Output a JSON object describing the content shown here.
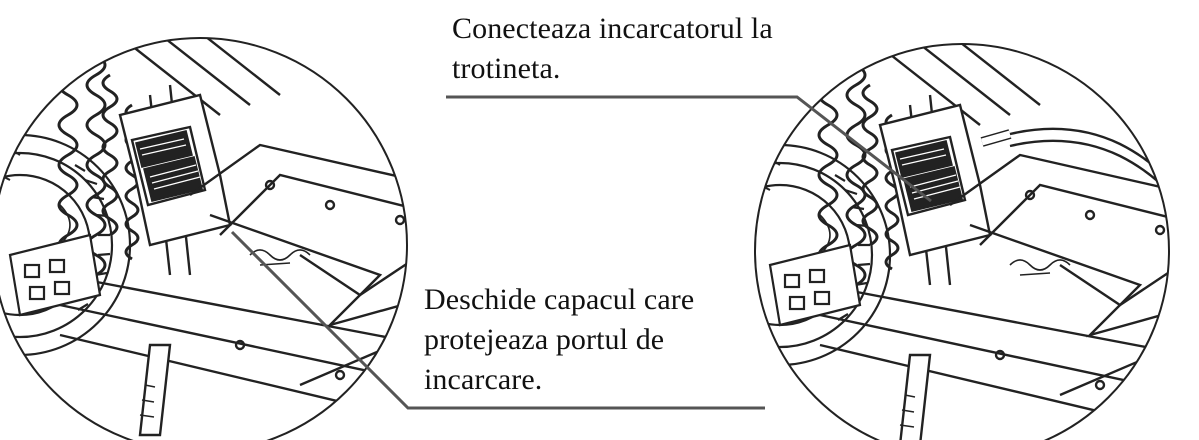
{
  "captions": {
    "connect": {
      "line1": "Conecteaza incarcatorul la",
      "line2": "trotineta."
    },
    "open_cover": {
      "line1": "Deschide capacul care",
      "line2": "protejeaza portul de",
      "line3": "incarcare."
    }
  },
  "colors": {
    "line": "#222222",
    "leader": "#555555",
    "background": "#ffffff"
  },
  "icons": {
    "left_detail": "scooter-charging-port-closed",
    "right_detail": "scooter-charging-port-with-charger-cable"
  }
}
